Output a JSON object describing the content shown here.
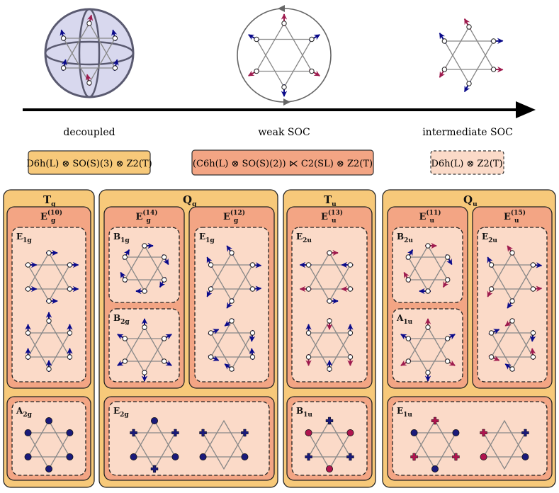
{
  "stages": [
    {
      "label": "decoupled"
    },
    {
      "label": "weak SOC"
    },
    {
      "label": "intermediate SOC"
    }
  ],
  "symmetry_groups": {
    "decoupled": "D6h(L) ⊗ SO(S)(3) ⊗ Z2(T)",
    "weak": "(C6h(L) ⊗ SO(S)(2)) ⋉ C2(SL) ⊗ Z2(T)",
    "intermediate": "D6h(L) ⊗ Z2(T)"
  },
  "columns": [
    {
      "title_base": "T",
      "title_sub": "g",
      "groups": [
        {
          "title_base": "E",
          "title_sub": "g",
          "title_sup": "(10)",
          "irreps": [
            {
              "base": "E",
              "sub": "1g"
            }
          ]
        }
      ],
      "bottom": {
        "base": "A",
        "sub": "2g"
      }
    },
    {
      "title_base": "Q",
      "title_sub": "g",
      "groups": [
        {
          "title_base": "E",
          "title_sub": "g",
          "title_sup": "(14)",
          "irreps": [
            {
              "base": "B",
              "sub": "1g"
            },
            {
              "base": "B",
              "sub": "2g"
            }
          ]
        },
        {
          "title_base": "E",
          "title_sub": "g",
          "title_sup": "(12)",
          "irreps": [
            {
              "base": "E",
              "sub": "1g"
            }
          ]
        }
      ],
      "bottom": {
        "base": "E",
        "sub": "2g"
      }
    },
    {
      "title_base": "T",
      "title_sub": "u",
      "groups": [
        {
          "title_base": "E",
          "title_sub": "u",
          "title_sup": "(13)",
          "irreps": [
            {
              "base": "E",
              "sub": "2u"
            }
          ]
        }
      ],
      "bottom": {
        "base": "B",
        "sub": "1u"
      }
    },
    {
      "title_base": "Q",
      "title_sub": "u",
      "groups": [
        {
          "title_base": "E",
          "title_sub": "u",
          "title_sup": "(11)",
          "irreps": [
            {
              "base": "B",
              "sub": "2u"
            },
            {
              "base": "A",
              "sub": "1u"
            }
          ]
        },
        {
          "title_base": "E",
          "title_sub": "u",
          "title_sup": "(15)",
          "irreps": [
            {
              "base": "E",
              "sub": "2u"
            }
          ]
        }
      ],
      "bottom": {
        "base": "E",
        "sub": "1u"
      }
    }
  ],
  "colors": {
    "outer_fill": "#f7c97a",
    "middle_fill": "#f3a584",
    "inner_fill": "#fbdac8",
    "arrow_blue": "#0a0a8a",
    "arrow_red": "#9e1b4e",
    "dot_blue": "#1a1a7a",
    "dot_red": "#b0144f",
    "lattice": "#888888",
    "sphere": "#d8d8ee"
  },
  "icons": [
    "hexagram-lattice",
    "spin-arrow",
    "bloch-sphere",
    "rotation-circle",
    "plus-marker",
    "dot-marker"
  ]
}
